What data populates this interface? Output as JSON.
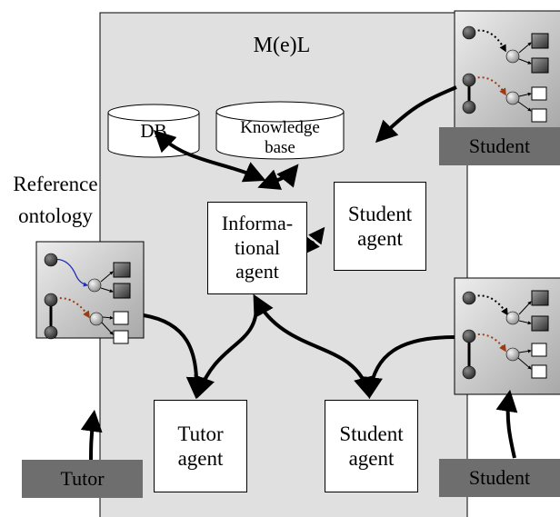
{
  "diagram": {
    "system_title": "M(e)L",
    "databases": {
      "db": "DB",
      "knowledge_base": "Knowledge\nbase"
    },
    "agents": {
      "informational": "Informa-\ntional\nagent",
      "student_top": "Student\nagent",
      "tutor": "Tutor\nagent",
      "student_bottom": "Student\nagent"
    },
    "labels": {
      "reference_ontology": "Reference\nontology",
      "student_top_tag": "Student",
      "tutor_tag": "Tutor",
      "student_bottom_tag": "Student"
    },
    "colors": {
      "panel_fill": "#e0e0e0",
      "tag_fill": "#6e6e6e",
      "edge_blue": "#1f2fb0",
      "edge_brown": "#9a3c12"
    }
  }
}
